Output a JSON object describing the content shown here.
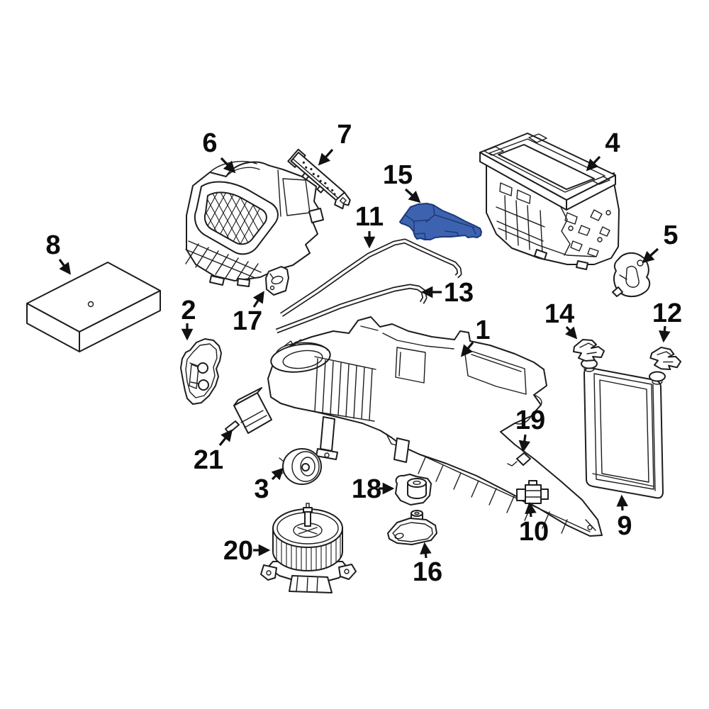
{
  "diagram": {
    "background_color": "#ffffff",
    "line_color": "#1d1d1d",
    "highlight": {
      "part": "15",
      "fill": "#3d63b0",
      "stroke": "#1c3a78"
    },
    "callouts": [
      {
        "label": "1"
      },
      {
        "label": "2"
      },
      {
        "label": "3"
      },
      {
        "label": "4"
      },
      {
        "label": "5"
      },
      {
        "label": "6"
      },
      {
        "label": "7"
      },
      {
        "label": "8"
      },
      {
        "label": "9"
      },
      {
        "label": "10"
      },
      {
        "label": "11"
      },
      {
        "label": "12"
      },
      {
        "label": "13"
      },
      {
        "label": "14"
      },
      {
        "label": "15"
      },
      {
        "label": "16"
      },
      {
        "label": "17"
      },
      {
        "label": "18"
      },
      {
        "label": "19"
      },
      {
        "label": "20"
      },
      {
        "label": "21"
      }
    ]
  }
}
